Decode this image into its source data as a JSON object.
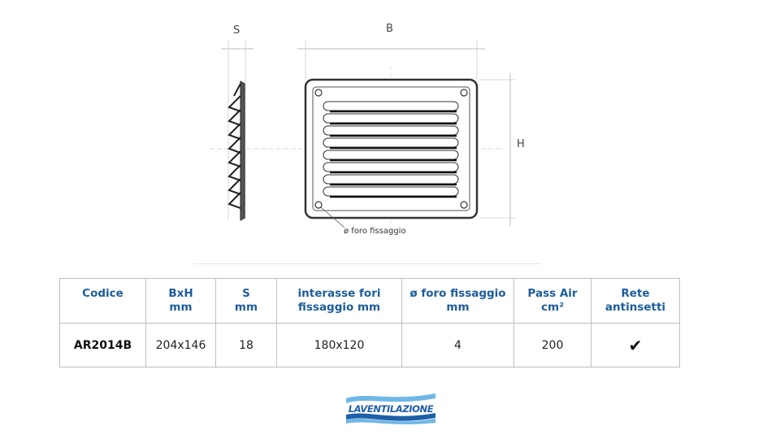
{
  "drawing": {
    "dim_s": "S",
    "dim_b": "B",
    "dim_h": "H",
    "hole_callout": "ø foro fissaggio"
  },
  "table": {
    "headers": [
      [
        "Codice",
        ""
      ],
      [
        "BxH",
        "mm"
      ],
      [
        "S",
        "mm"
      ],
      [
        "interasse fori",
        "fissaggio mm"
      ],
      [
        "ø foro fissaggio",
        "mm"
      ],
      [
        "Pass Air",
        "cm²"
      ],
      [
        "Rete",
        "antinsetti"
      ]
    ],
    "row": {
      "codice": "AR2014B",
      "bxh": "204x146",
      "s": "18",
      "interasse": "180x120",
      "foro": "4",
      "pass_air": "200",
      "rete": "✔"
    }
  },
  "logo": {
    "text": "LAVENTILAZIONE",
    "colors": {
      "brand_blue": "#1f5fa8",
      "wave_light": "#6fb7e6"
    }
  },
  "colors": {
    "header_blue": "#1d5d9b",
    "border": "#bfbfbf"
  }
}
